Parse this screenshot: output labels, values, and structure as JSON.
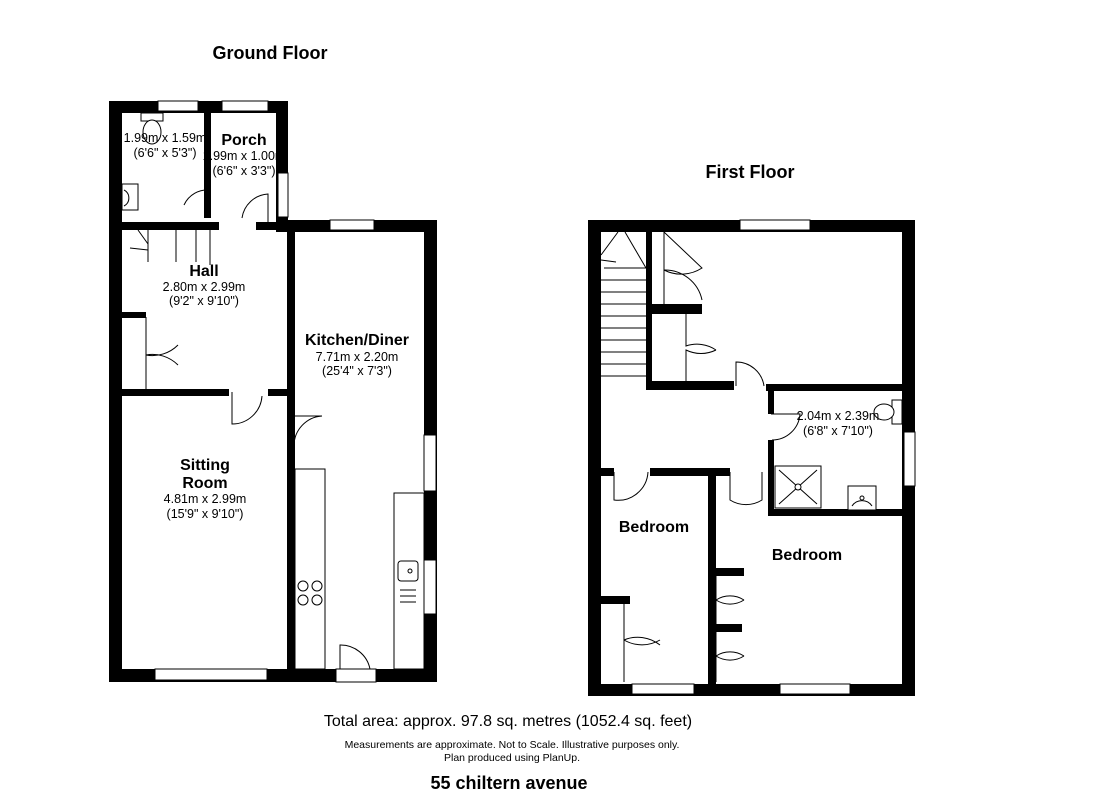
{
  "titles": {
    "ground_floor": "Ground Floor",
    "first_floor": "First Floor"
  },
  "ground": {
    "wc": {
      "dim_m": "1.99m x 1.59m",
      "dim_ft": "(6'6\" x 5'3\")"
    },
    "porch": {
      "name": "Porch",
      "dim_m": "1.99m x 1.00m",
      "dim_ft": "(6'6\" x 3'3\")"
    },
    "hall": {
      "name": "Hall",
      "dim_m": "2.80m x 2.99m",
      "dim_ft": "(9'2\" x 9'10\")"
    },
    "kitchen": {
      "name": "Kitchen/Diner",
      "dim_m": "7.71m x 2.20m",
      "dim_ft": "(25'4\" x 7'3\")"
    },
    "sitting": {
      "name_line1": "Sitting",
      "name_line2": "Room",
      "dim_m": "4.81m x 2.99m",
      "dim_ft": "(15'9\" x 9'10\")"
    }
  },
  "first": {
    "bathroom": {
      "dim_m": "2.04m x 2.39m",
      "dim_ft": "(6'8\" x 7'10\")"
    },
    "bedroom_left": {
      "name": "Bedroom"
    },
    "bedroom_right": {
      "name": "Bedroom"
    }
  },
  "footer": {
    "total_area": "Total area: approx. 97.8 sq. metres (1052.4 sq. feet)",
    "note_line1": "Measurements are approximate. Not to Scale. Illustrative purposes only.",
    "note_line2": "Plan produced using PlanUp.",
    "address": "55 chiltern avenue"
  }
}
